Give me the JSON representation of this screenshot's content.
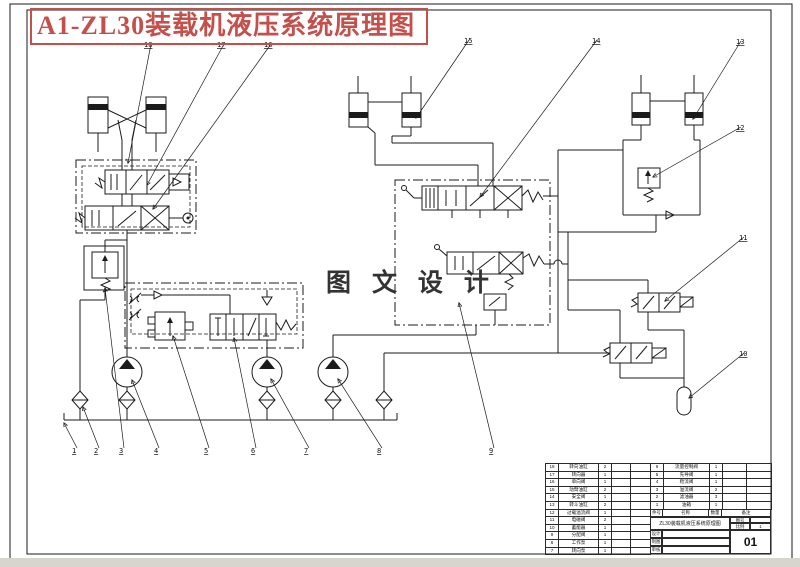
{
  "title": "A1-ZL30装载机液压系统原理图",
  "watermark": "图 文 设 计",
  "accent_red": "#c4504b",
  "line_color": "#1b1b1b",
  "callouts": [
    "1",
    "2",
    "3",
    "4",
    "5",
    "6",
    "7",
    "8",
    "9",
    "10",
    "11",
    "12",
    "13",
    "14",
    "15",
    "16",
    "17",
    "18"
  ],
  "bom": {
    "left": [
      {
        "no": "18",
        "name": "转向油缸",
        "qty": "2"
      },
      {
        "no": "17",
        "name": "转向器",
        "qty": "1"
      },
      {
        "no": "16",
        "name": "单向阀",
        "qty": "1"
      },
      {
        "no": "15",
        "name": "动臂油缸",
        "qty": "2"
      },
      {
        "no": "14",
        "name": "安全阀",
        "qty": "1"
      },
      {
        "no": "13",
        "name": "转斗油缸",
        "qty": "2"
      },
      {
        "no": "12",
        "name": "过载溢流阀",
        "qty": "1"
      },
      {
        "no": "11",
        "name": "电磁阀",
        "qty": "2"
      },
      {
        "no": "10",
        "name": "蓄能器",
        "qty": "1"
      },
      {
        "no": "9",
        "name": "分配阀",
        "qty": "1"
      },
      {
        "no": "8",
        "name": "工作泵",
        "qty": "1"
      },
      {
        "no": "7",
        "name": "转向泵",
        "qty": "1"
      }
    ],
    "right": [
      {
        "no": "6",
        "name": "流量控制阀",
        "qty": "1"
      },
      {
        "no": "5",
        "name": "先导阀",
        "qty": "1"
      },
      {
        "no": "4",
        "name": "稳流阀",
        "qty": "1"
      },
      {
        "no": "3",
        "name": "溢流阀",
        "qty": "2"
      },
      {
        "no": "2",
        "name": "滤油器",
        "qty": "3"
      },
      {
        "no": "1",
        "name": "油箱",
        "qty": "1"
      }
    ],
    "header": {
      "col_no": "件号",
      "col_name": "名称",
      "col_qty": "数量",
      "col_note": "备注"
    }
  },
  "titleblock": {
    "drawing_name": "ZL30装载机液压系统原理图",
    "tuhao_label": "图号",
    "bili_label": "比例",
    "bili_value": "1",
    "sheet_no": "01",
    "design_label": "设计",
    "draft_label": "制图",
    "check_label": "审核"
  }
}
